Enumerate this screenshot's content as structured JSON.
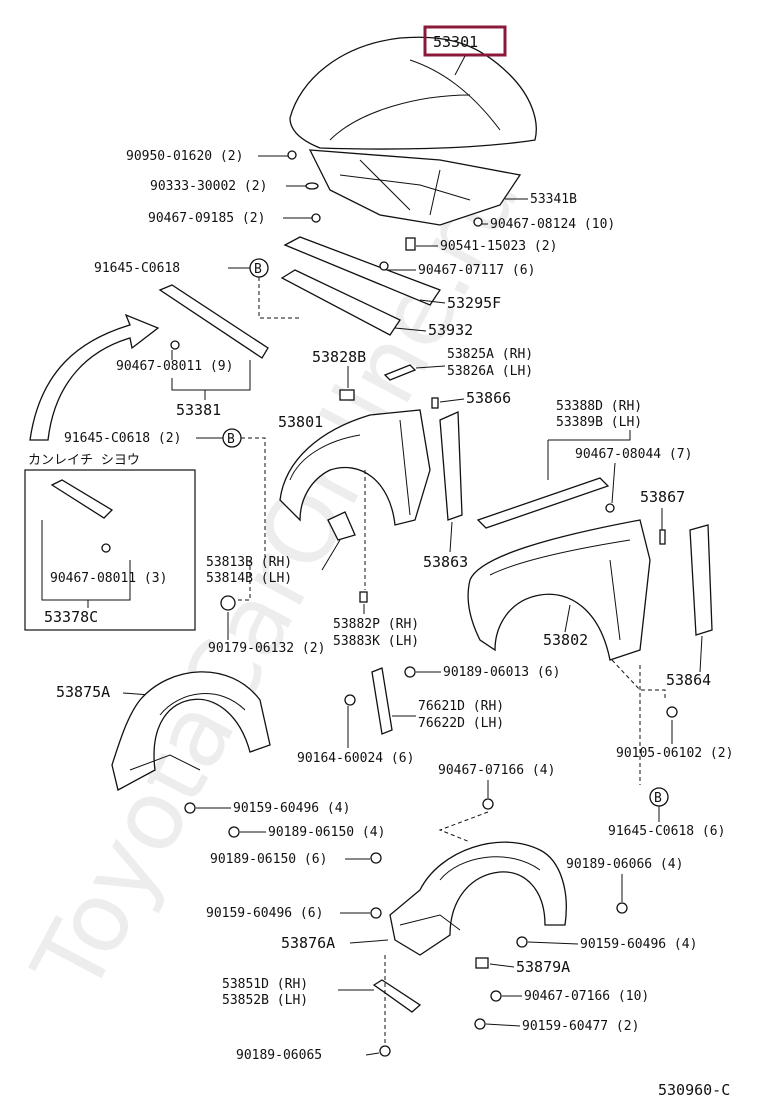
{
  "highlight_color": "#8b1a3a",
  "watermark": "ToyotaCarOnline.ru",
  "diagram_id": "530960-C",
  "circle_ref": "B",
  "inset_title": "カンレイチ シヨウ",
  "labels": {
    "p53301": "53301",
    "p90950": "90950-01620 (2)",
    "p90333": "90333-30002 (2)",
    "p53341b": "53341B",
    "p90467_09185": "90467-09185 (2)",
    "p90467_08124": "90467-08124 (10)",
    "p90541": "90541-15023 (2)",
    "p91645_top": "91645-C0618",
    "p90467_07117": "90467-07117 (6)",
    "p53295f": "53295F",
    "p53932": "53932",
    "p90467_08011": "90467-08011 (9)",
    "p53381": "53381",
    "p53828b": "53828B",
    "p53825a": "53825A (RH)",
    "p53826a": "53826A (LH)",
    "p53866": "53866",
    "p53801": "53801",
    "p91645_mid": "91645-C0618 (2)",
    "p53388d": "53388D (RH)",
    "p53389b": "53389B (LH)",
    "p90467_08044": "90467-08044 (7)",
    "p53867": "53867",
    "p53863": "53863",
    "p90467_08011_inset": "90467-08011 (3)",
    "p53378c": "53378C",
    "p53813b": "53813B (RH)",
    "p53814b": "53814B (LH)",
    "p53882p": "53882P (RH)",
    "p53883k": "53883K (LH)",
    "p53802": "53802",
    "p90179": "90179-06132 (2)",
    "p53864": "53864",
    "p90189_06013": "90189-06013 (6)",
    "p53875a": "53875A",
    "p76621d": "76621D (RH)",
    "p76622d": "76622D (LH)",
    "p90164": "90164-60024 (6)",
    "p90105": "90105-06102 (2)",
    "p90467_07166_top": "90467-07166 (4)",
    "p90159_60496_a": "90159-60496 (4)",
    "p90189_06150_a": "90189-06150 (4)",
    "p91645_bot": "91645-C0618 (6)",
    "p90189_06150_b": "90189-06150 (6)",
    "p90189_06066": "90189-06066 (4)",
    "p90159_60496_b": "90159-60496 (6)",
    "p53876a": "53876A",
    "p90159_60496_c": "90159-60496 (4)",
    "p53879a": "53879A",
    "p53851d": "53851D (RH)",
    "p53852b": "53852B (LH)",
    "p90467_07166_bot": "90467-07166 (10)",
    "p90159_60477": "90159-60477 (2)",
    "p90189_06065": "90189-06065"
  }
}
